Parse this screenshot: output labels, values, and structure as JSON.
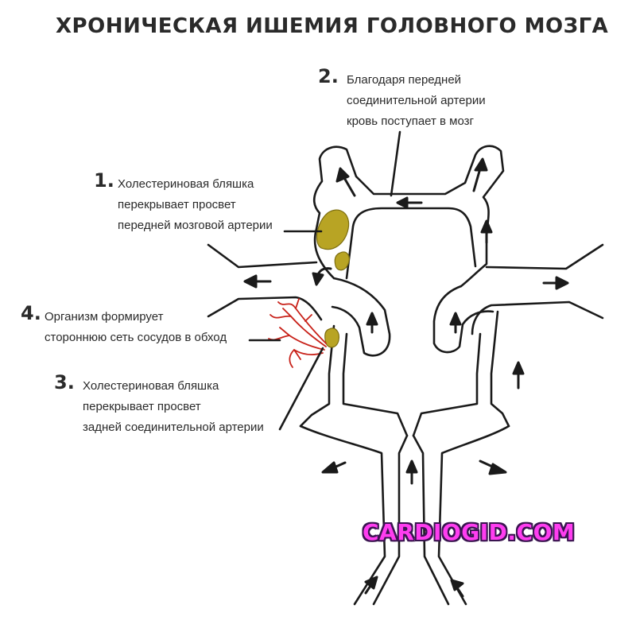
{
  "title": "ХРОНИЧЕСКАЯ ИШЕМИЯ ГОЛОВНОГО МОЗГА",
  "annotations": [
    {
      "number": "1.",
      "lines": [
        "Холестериновая бляшка",
        "перекрывает просвет",
        "передней мозговой артерии"
      ]
    },
    {
      "number": "2.",
      "lines": [
        "Благодаря передней",
        "соединительной артерии",
        "кровь поступает в мозг"
      ]
    },
    {
      "number": "3.",
      "lines": [
        "Холестериновая бляшка",
        "перекрывает просвет",
        "задней соединительной артерии"
      ]
    },
    {
      "number": "4.",
      "lines": [
        "Организм формирует",
        "стороннюю сеть сосудов в обход"
      ]
    }
  ],
  "watermark": "CARDIOGID.COM",
  "colors": {
    "vessel": "#1a1a1a",
    "plaque": "#b8a424",
    "collateral": "#c8221a",
    "watermark": "#ff3df0"
  }
}
